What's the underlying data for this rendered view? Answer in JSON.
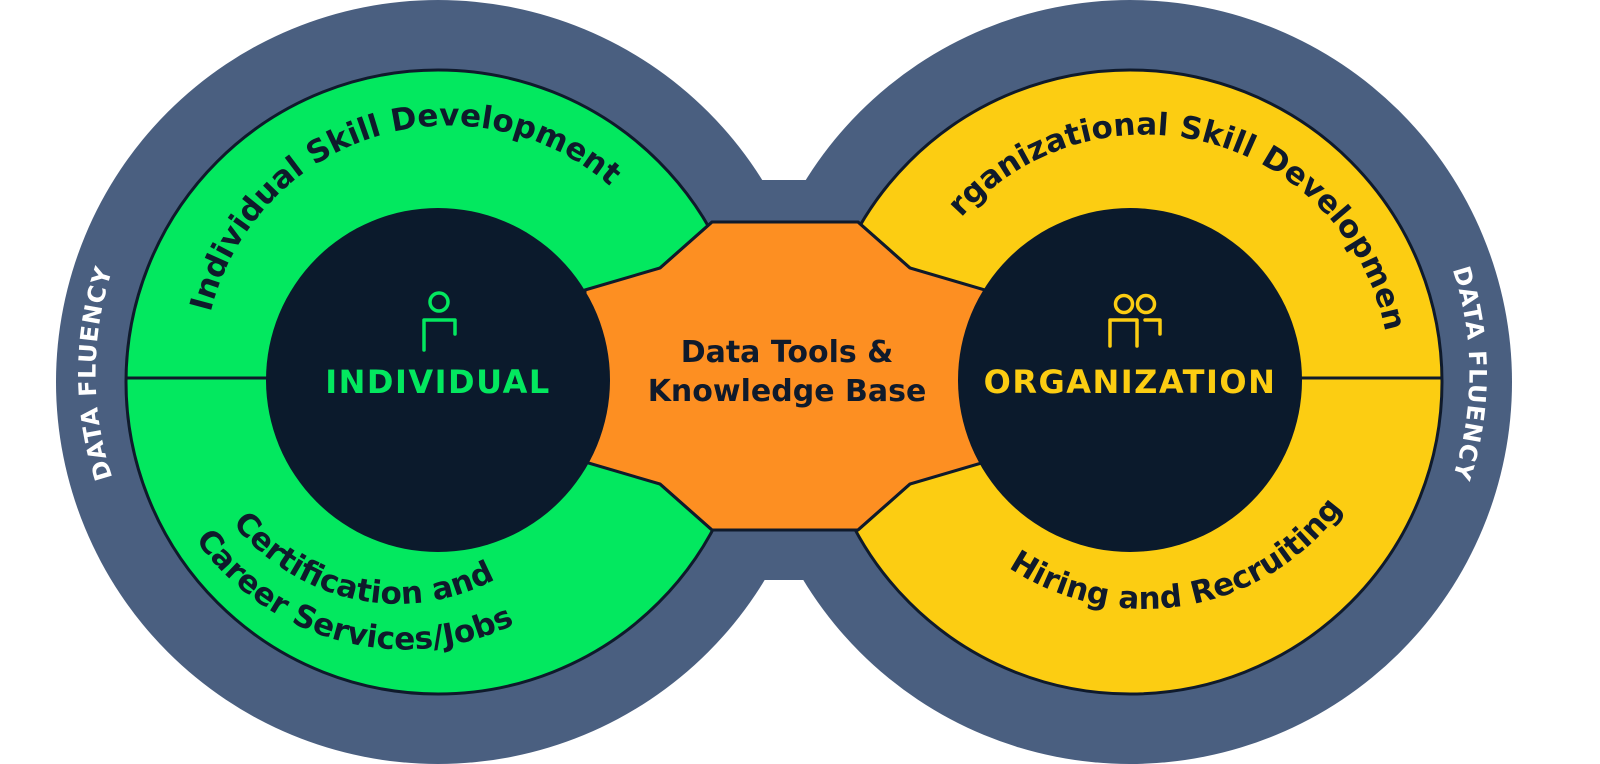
{
  "colors": {
    "outer_ring": "#4a5f80",
    "individual_green": "#03e85f",
    "organization_yellow": "#fccd12",
    "center_orange": "#fd8f22",
    "hub_navy": "#0b1a2c",
    "outline": "#0f1a2b",
    "ring_text": "#ffffff"
  },
  "outer_ring": {
    "left_label": "DATA FLUENCY",
    "right_label": "DATA FLUENCY"
  },
  "individual": {
    "icon": "person-icon",
    "hub_label": "INDIVIDUAL",
    "top_segment": "Individual Skill Development",
    "bottom_segment_line1": "Certification and",
    "bottom_segment_line2": "Career Services/Jobs"
  },
  "organization": {
    "icon": "people-icon",
    "hub_label": "ORGANIZATION",
    "top_segment": "Organizational Skill Development",
    "bottom_segment": "Hiring and Recruiting"
  },
  "center": {
    "line1": "Data Tools &",
    "line2": "Knowledge Base"
  }
}
